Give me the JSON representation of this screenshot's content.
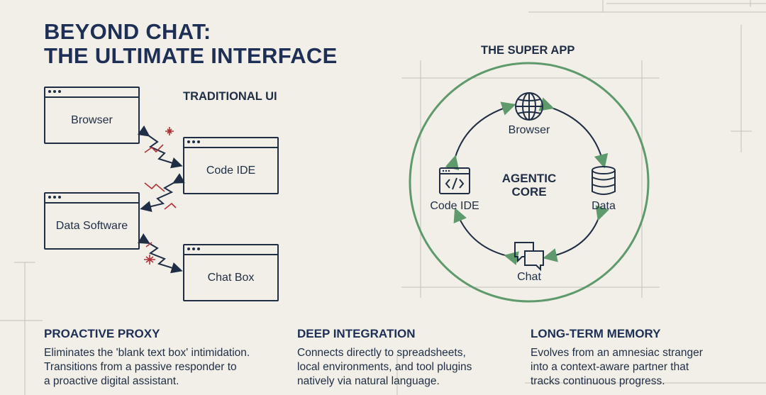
{
  "title": {
    "line1": "BEYOND CHAT:",
    "line2": "THE ULTIMATE INTERFACE"
  },
  "traditional": {
    "heading": "TRADITIONAL UI",
    "windows": [
      "Browser",
      "Code IDE",
      "Data Software",
      "Chat Box"
    ]
  },
  "super_app": {
    "heading": "THE SUPER APP",
    "core_line1": "AGENTIC",
    "core_line2": "CORE",
    "nodes": {
      "browser": "Browser",
      "code_ide": "Code IDE",
      "data": "Data",
      "chat": "Chat"
    },
    "icons": [
      "globe-icon",
      "code-window-icon",
      "database-icon",
      "chat-bubbles-icon"
    ]
  },
  "features": [
    {
      "title": "PROACTIVE PROXY",
      "lines": [
        "Eliminates the 'blank text box' intimidation.",
        "Transitions from a passive responder to",
        "a proactive digital assistant."
      ]
    },
    {
      "title": "DEEP INTEGRATION",
      "lines": [
        "Connects directly to spreadsheets,",
        "local environments, and tool plugins",
        "natively via natural language."
      ]
    },
    {
      "title": "LONG-TERM MEMORY",
      "lines": [
        "Evolves from an amnesiac stranger",
        "into a context-aware partner that",
        "tracks continuous progress."
      ]
    }
  ],
  "colors": {
    "navy": "#1f2d45",
    "green": "#5e9a6c",
    "red": "#b0333a",
    "background": "#f1efe7",
    "gridline": "#c9c6bd"
  }
}
